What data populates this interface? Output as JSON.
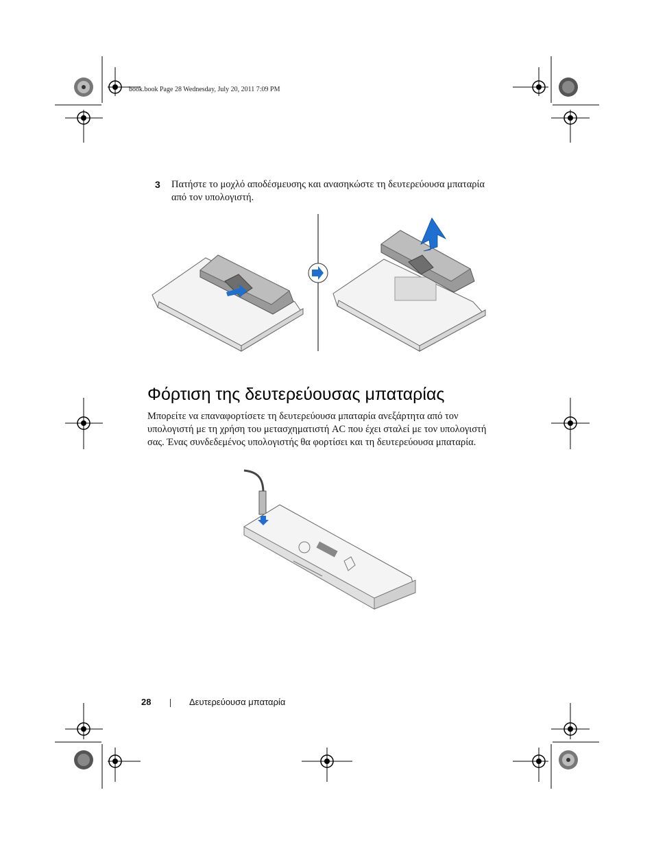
{
  "print_header": "book.book  Page 28  Wednesday, July 20, 2011  7:09 PM",
  "step": {
    "number": "3",
    "text": "Πατήστε το μοχλό αποδέσμευσης και ανασηκώστε τη δευτερεύουσα μπαταρία από τον υπολογιστή."
  },
  "section_heading": "Φόρτιση της δευτερεύουσας μπαταρίας",
  "body_paragraph": "Μπορείτε να επαναφορτίσετε τη δευτερεύουσα μπαταρία ανεξάρτητα από τον υπολογιστή με τη χρήση του μετασχηματιστή AC που έχει σταλεί με τον υπολογιστή σας. Ένας συνδεδεμένος υπολογιστής θα φορτίσει και τη δευτερεύουσα μπαταρία.",
  "footer": {
    "page_number": "28",
    "section_title": "Δευτερεύουσα μπαταρία"
  },
  "colors": {
    "accent_arrow": "#1f6fd0",
    "text": "#111111"
  }
}
